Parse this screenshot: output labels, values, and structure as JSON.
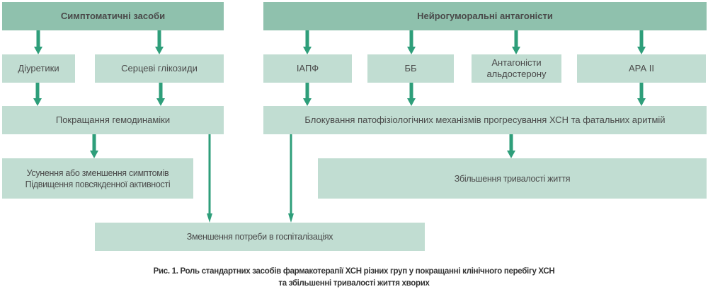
{
  "headers": {
    "symptomatic": "Симптоматичні засоби",
    "neurohumoral": "Нейрогуморальні антагоністи"
  },
  "drugs": {
    "diuretics": "Діуретики",
    "glycosides": "Серцеві глікозиди",
    "iapf": "ІАПФ",
    "bb": "ББ",
    "aldosterone_1": "Антагоністи",
    "aldosterone_2": "альдостерону",
    "ara": "АРА II"
  },
  "effects": {
    "hemodynamics": "Покращання гемодинаміки",
    "blocking": "Блокування патофізіологічних механізмів прогресування ХСН та фатальних аритмій",
    "symptoms_1": "Усунення або зменшення симптомів",
    "symptoms_2": "Підвищення повсякденної активності",
    "survival": "Збільшення тривалості життя",
    "hospital": "Зменшення потреби в госпіталізаціях"
  },
  "caption": {
    "line1": "Рис. 1. Роль стандартних засобів фармакотерапії ХСН різних груп у покращанні клінічного перебігу ХСН",
    "line2": "та збільшенні тривалості життя хворих"
  },
  "colors": {
    "header": "#8fc1ad",
    "box": "#c1ddd2",
    "arrow": "#2e9e7a"
  }
}
